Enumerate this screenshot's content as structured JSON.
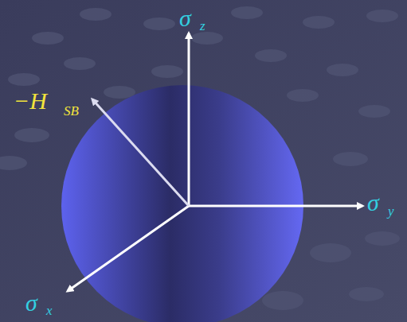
{
  "diagram": {
    "labels": [
      "σ",
      "z",
      "σ",
      "y",
      "σ",
      "x",
      "−H",
      "SB"
    ]
  }
}
